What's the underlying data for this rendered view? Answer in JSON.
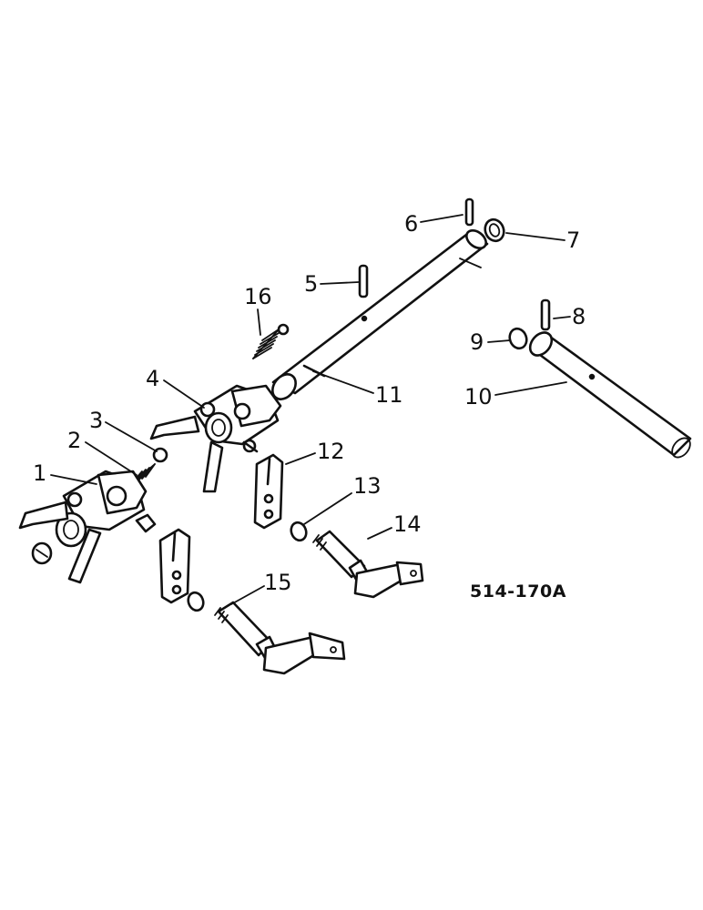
{
  "figure_code": "514-170A",
  "callouts": [
    {
      "id": "1",
      "label": "1"
    },
    {
      "id": "2",
      "label": "2"
    },
    {
      "id": "3",
      "label": "3"
    },
    {
      "id": "4",
      "label": "4"
    },
    {
      "id": "5",
      "label": "5"
    },
    {
      "id": "6",
      "label": "6"
    },
    {
      "id": "7",
      "label": "7"
    },
    {
      "id": "8",
      "label": "8"
    },
    {
      "id": "9",
      "label": "9"
    },
    {
      "id": "10",
      "label": "10"
    },
    {
      "id": "11",
      "label": "11"
    },
    {
      "id": "12",
      "label": "12"
    },
    {
      "id": "13",
      "label": "13"
    },
    {
      "id": "14",
      "label": "14"
    },
    {
      "id": "15",
      "label": "15"
    },
    {
      "id": "16",
      "label": "16"
    }
  ]
}
